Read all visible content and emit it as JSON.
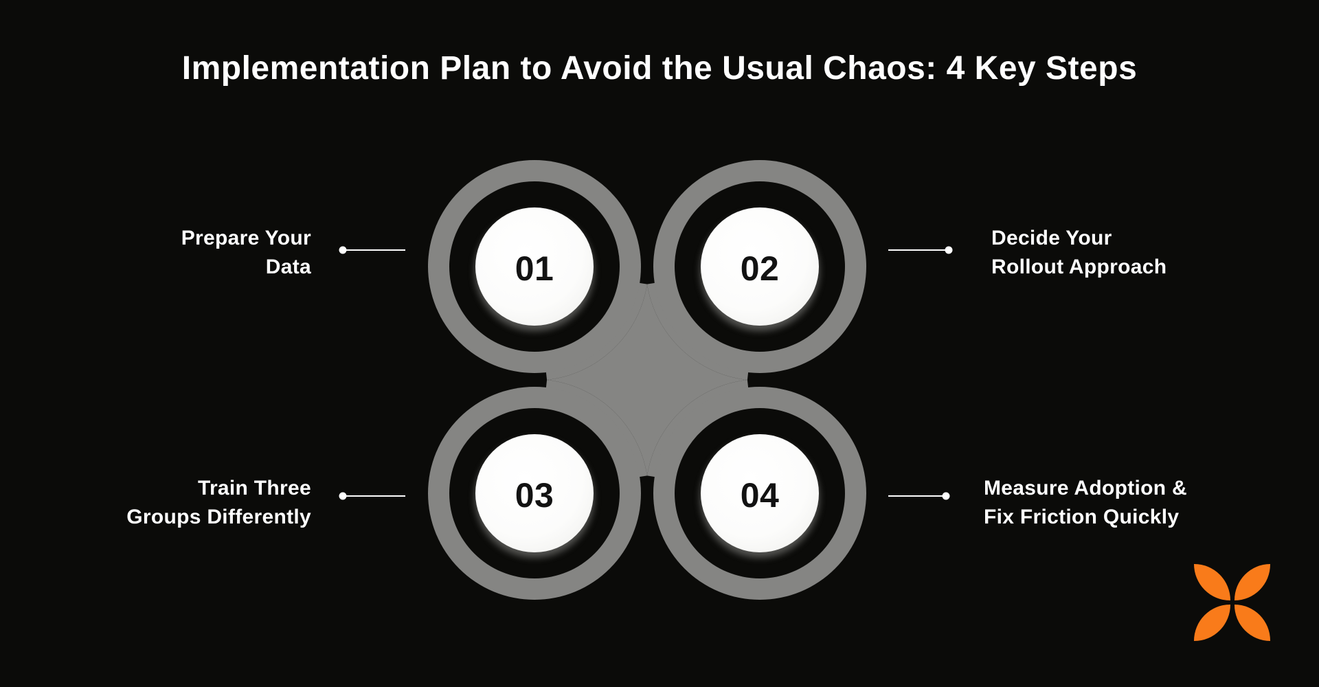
{
  "title": "Implementation Plan to Avoid the Usual Chaos: 4 Key Steps",
  "steps": [
    {
      "number": "01",
      "label_line1": "Prepare Your",
      "label_line2": "Data",
      "label_side": "left"
    },
    {
      "number": "02",
      "label_line1": "Decide Your",
      "label_line2": "Rollout Approach",
      "label_side": "right"
    },
    {
      "number": "03",
      "label_line1": "Train Three",
      "label_line2": "Groups Differently",
      "label_side": "left"
    },
    {
      "number": "04",
      "label_line1": "Measure Adoption &",
      "label_line2": "Fix Friction Quickly",
      "label_side": "right"
    }
  ],
  "logo": {
    "icon": "butterfly-logo",
    "color": "#F97B1A"
  },
  "colors": {
    "background": "#0B0B09",
    "blob_gray": "#858583",
    "circle_fill": "#FFFFFF",
    "number_text": "#121212",
    "label_text": "#FFFFFF",
    "connector_line": "#FFFFFF"
  }
}
